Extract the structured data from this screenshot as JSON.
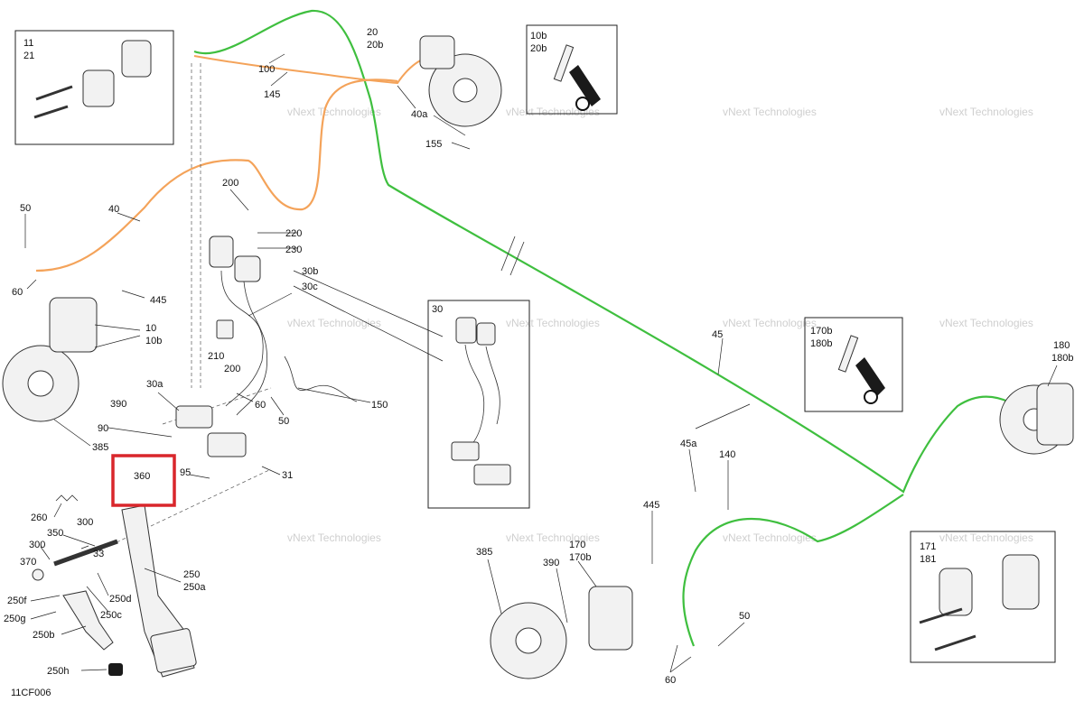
{
  "diagram": {
    "figure_code": "11CF006",
    "watermark": "vNext Technologies",
    "colors": {
      "green_line": "#3fbf3f",
      "orange_line": "#f4a35a",
      "highlight": "#d9262b",
      "part_black": "#1a1a1a"
    },
    "callouts": {
      "c11": "11",
      "c21": "21",
      "c20": "20",
      "c20b": "20b",
      "c10b": "10b",
      "c20b_inset": "20b",
      "c100": "100",
      "c145": "145",
      "c40a": "40a",
      "c155": "155",
      "c40": "40",
      "c50_left": "50",
      "c60_left": "60",
      "c445_left": "445",
      "c10": "10",
      "c10b_left": "10b",
      "c200_top": "200",
      "c220": "220",
      "c230": "230",
      "c30b": "30b",
      "c30c": "30c",
      "c210": "210",
      "c200_mid": "200",
      "c390_left": "390",
      "c30a": "30a",
      "c50_mid": "50",
      "c150": "150",
      "c60_mid": "60",
      "c90": "90",
      "c385_left": "385",
      "c95": "95",
      "c31": "31",
      "c360": "360",
      "c260": "260",
      "c300_a": "300",
      "c350": "350",
      "c300_b": "300",
      "c33": "33",
      "c370": "370",
      "c250": "250",
      "c250a": "250a",
      "c250d": "250d",
      "c250f": "250f",
      "c250c": "250c",
      "c250g": "250g",
      "c250b": "250b",
      "c250h": "250h",
      "c30_inset": "30",
      "c45": "45",
      "c170b": "170b",
      "c180b_inset": "180b",
      "c180": "180",
      "c180b": "180b",
      "c45a": "45a",
      "c140": "140",
      "c445_bottom": "445",
      "c385_bottom": "385",
      "c390_bottom": "390",
      "c170": "170",
      "c170b_bottom": "170b",
      "c50_bottom": "50",
      "c60_bottom": "60",
      "c171": "171",
      "c181": "181"
    }
  }
}
